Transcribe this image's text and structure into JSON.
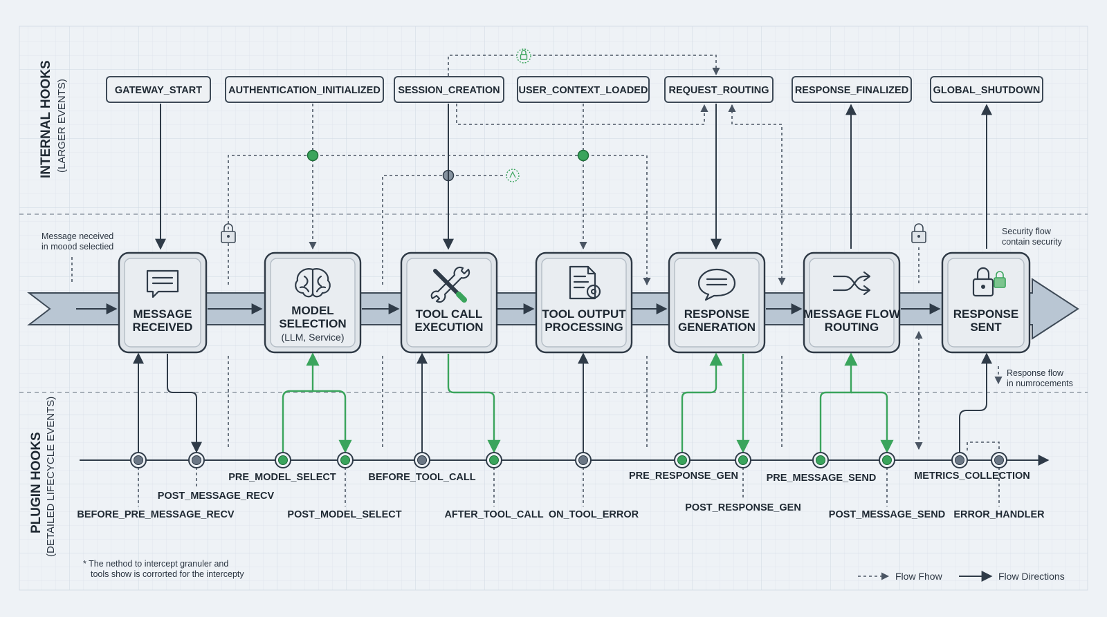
{
  "lanes": {
    "internal": {
      "title": "INTERNAL HOOKS",
      "subtitle": "(LARGER EVENTS)"
    },
    "plugin": {
      "title": "PLUGIN HOOKS",
      "subtitle": "(DETAILED LIFECYCLE EVENTS)"
    }
  },
  "internal_hooks": [
    "GATEWAY_START",
    "AUTHENTICATION_INITIALIZED",
    "SESSION_CREATION",
    "USER_CONTEXT_LOADED",
    "REQUEST_ROUTING",
    "RESPONSE_FINALIZED",
    "GLOBAL_SHUTDOWN"
  ],
  "stages": [
    {
      "line1": "MESSAGE",
      "line2": "RECEIVED",
      "sub": "",
      "icon": "message-icon"
    },
    {
      "line1": "MODEL",
      "line2": "SELECTION",
      "sub": "(LLM, Service)",
      "icon": "brain-icon"
    },
    {
      "line1": "TOOL CALL",
      "line2": "EXECUTION",
      "sub": "",
      "icon": "wrench-screwdriver-icon"
    },
    {
      "line1": "TOOL OUTPUT",
      "line2": "PROCESSING",
      "sub": "",
      "icon": "document-gear-icon"
    },
    {
      "line1": "RESPONSE",
      "line2": "GENERATION",
      "sub": "",
      "icon": "speech-bubble-icon"
    },
    {
      "line1": "MESSAGE FLOW",
      "line2": "ROUTING",
      "sub": "",
      "icon": "shuffle-icon"
    },
    {
      "line1": "RESPONSE",
      "line2": "SENT",
      "sub": "",
      "icon": "lock-icon"
    }
  ],
  "plugin_hooks": [
    "BEFORE_PRE_MESSAGE_RECV",
    "POST_MESSAGE_RECV",
    "PRE_MODEL_SELECT",
    "POST_MODEL_SELECT",
    "BEFORE_TOOL_CALL",
    "AFTER_TOOL_CALL",
    "ON_TOOL_ERROR",
    "PRE_RESPONSE_GEN",
    "POST_RESPONSE_GEN",
    "PRE_MESSAGE_SEND",
    "POST_MESSAGE_SEND",
    "METRICS_COLLECTION",
    "ERROR_HANDLER"
  ],
  "notes": {
    "left_line1": "Message neceived",
    "left_line2": "in moood selectied",
    "security_line1": "Security flow",
    "security_line2": "contain security",
    "response_line1": "Response flow",
    "response_line2": "in numrocements",
    "footnote_line1": "* The nethod to intercept granuler and",
    "footnote_line2": "tools show is corrorted for the intercepty"
  },
  "legend": {
    "dashed": "Flow Fhow",
    "solid": "Flow Directions"
  },
  "colors": {
    "accent_green": "#3aa45c",
    "line_dark": "#2f3b48",
    "node_gray": "#6b7785",
    "band_fill": "#b9c6d3",
    "background": "#eef2f6"
  }
}
